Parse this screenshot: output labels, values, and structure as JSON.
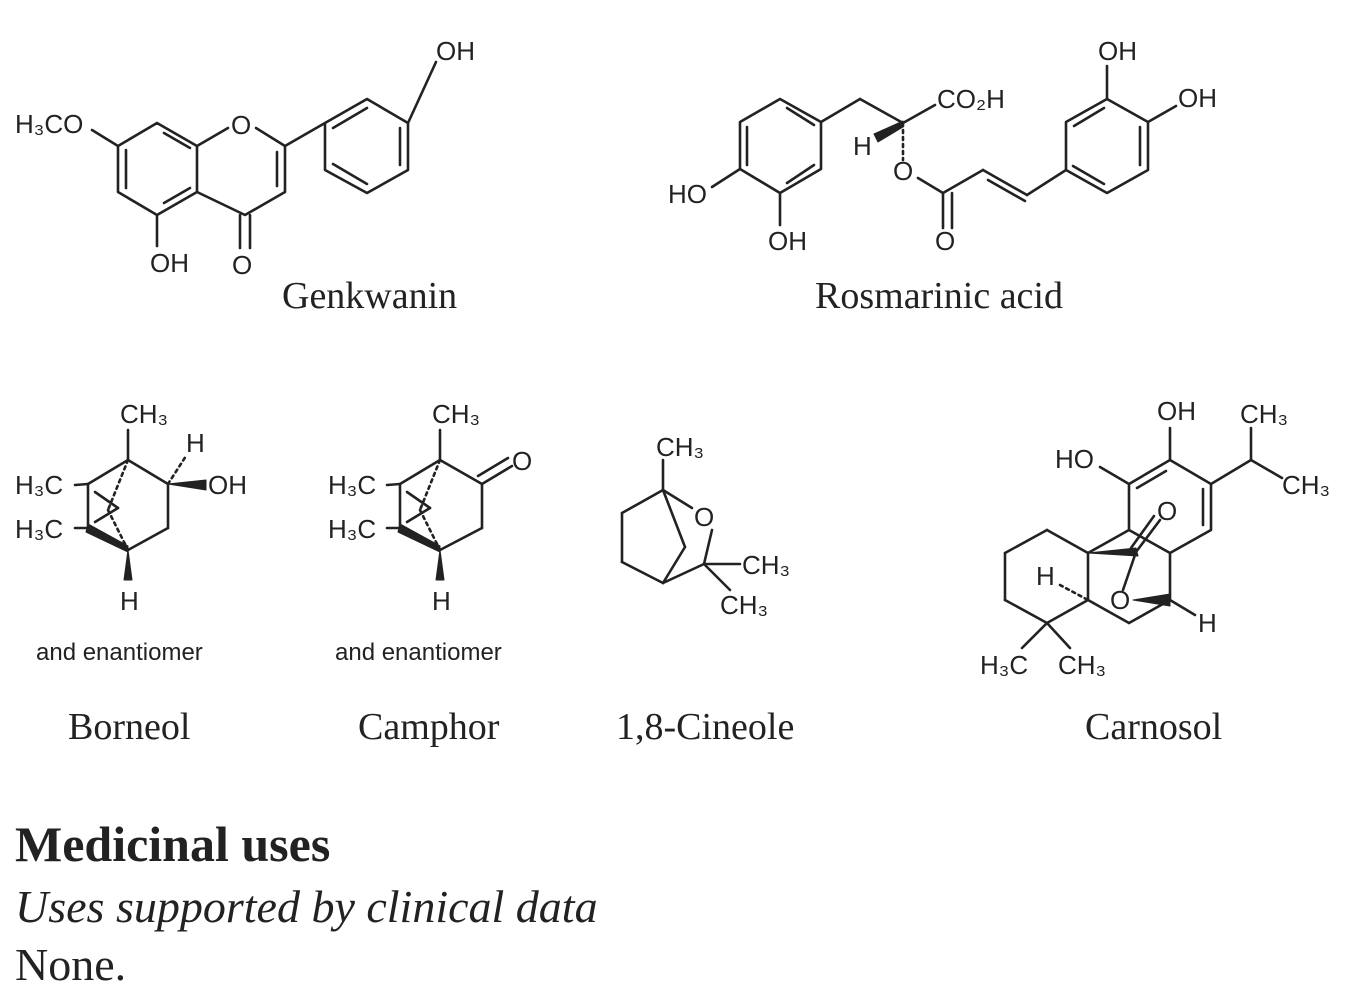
{
  "compounds": {
    "genkwanin": {
      "name": "Genkwanin",
      "labels": {
        "oh_top": "OH",
        "och3": "H₃CO",
        "ring_o": "O",
        "oh_bottom": "OH",
        "carbonyl_o": "O"
      }
    },
    "rosmarinic": {
      "name": "Rosmarinic acid",
      "labels": {
        "oh_top": "OH",
        "oh_right": "OH",
        "co2h": "CO₂H",
        "h": "H",
        "ester_o": "O",
        "carbonyl_o": "O",
        "ho_left": "HO",
        "oh_bottom": "OH"
      }
    },
    "borneol": {
      "name": "Borneol",
      "note": "and enantiomer",
      "labels": {
        "ch3": "CH₃",
        "h_top": "H",
        "oh": "OH",
        "h3c_a": "H₃C",
        "h3c_b": "H₃C",
        "h_bottom": "H"
      }
    },
    "camphor": {
      "name": "Camphor",
      "note": "and enantiomer",
      "labels": {
        "ch3": "CH₃",
        "o": "O",
        "h3c_a": "H₃C",
        "h3c_b": "H₃C",
        "h_bottom": "H"
      }
    },
    "cineole": {
      "name": "1,8-Cineole",
      "labels": {
        "ch3_top": "CH₃",
        "o": "O",
        "ch3_a": "CH₃",
        "ch3_b": "CH₃"
      }
    },
    "carnosol": {
      "name": "Carnosol",
      "labels": {
        "oh": "OH",
        "ch3_top": "CH₃",
        "ho": "HO",
        "ch3_right": "CH₃",
        "carbonyl_o": "O",
        "h_left": "H",
        "lactone_o": "O",
        "h_right": "H",
        "h3c": "H₃C",
        "ch3_bottom": "CH₃"
      }
    }
  },
  "section": {
    "heading": "Medicinal uses",
    "subheading": "Uses supported by clinical data",
    "body": "None."
  }
}
